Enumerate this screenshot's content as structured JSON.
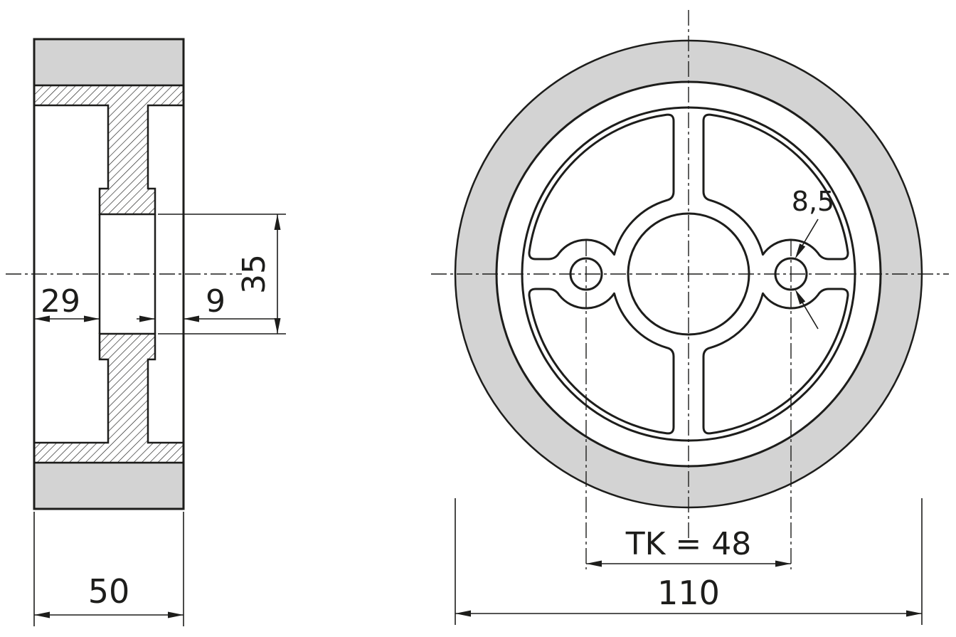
{
  "drawing": {
    "section_view": {
      "dim_hub_left": "29",
      "dim_hub_right": "9",
      "dim_bore_diameter": "35",
      "dim_overall_width": "50"
    },
    "front_view": {
      "dim_hole_diameter": "8,5",
      "dim_bolt_circle": "TK = 48",
      "dim_outer_diameter": "110"
    },
    "colors": {
      "line": "#1d1d1b",
      "fill_gray": "#d3d3d3",
      "background": "#ffffff"
    }
  }
}
